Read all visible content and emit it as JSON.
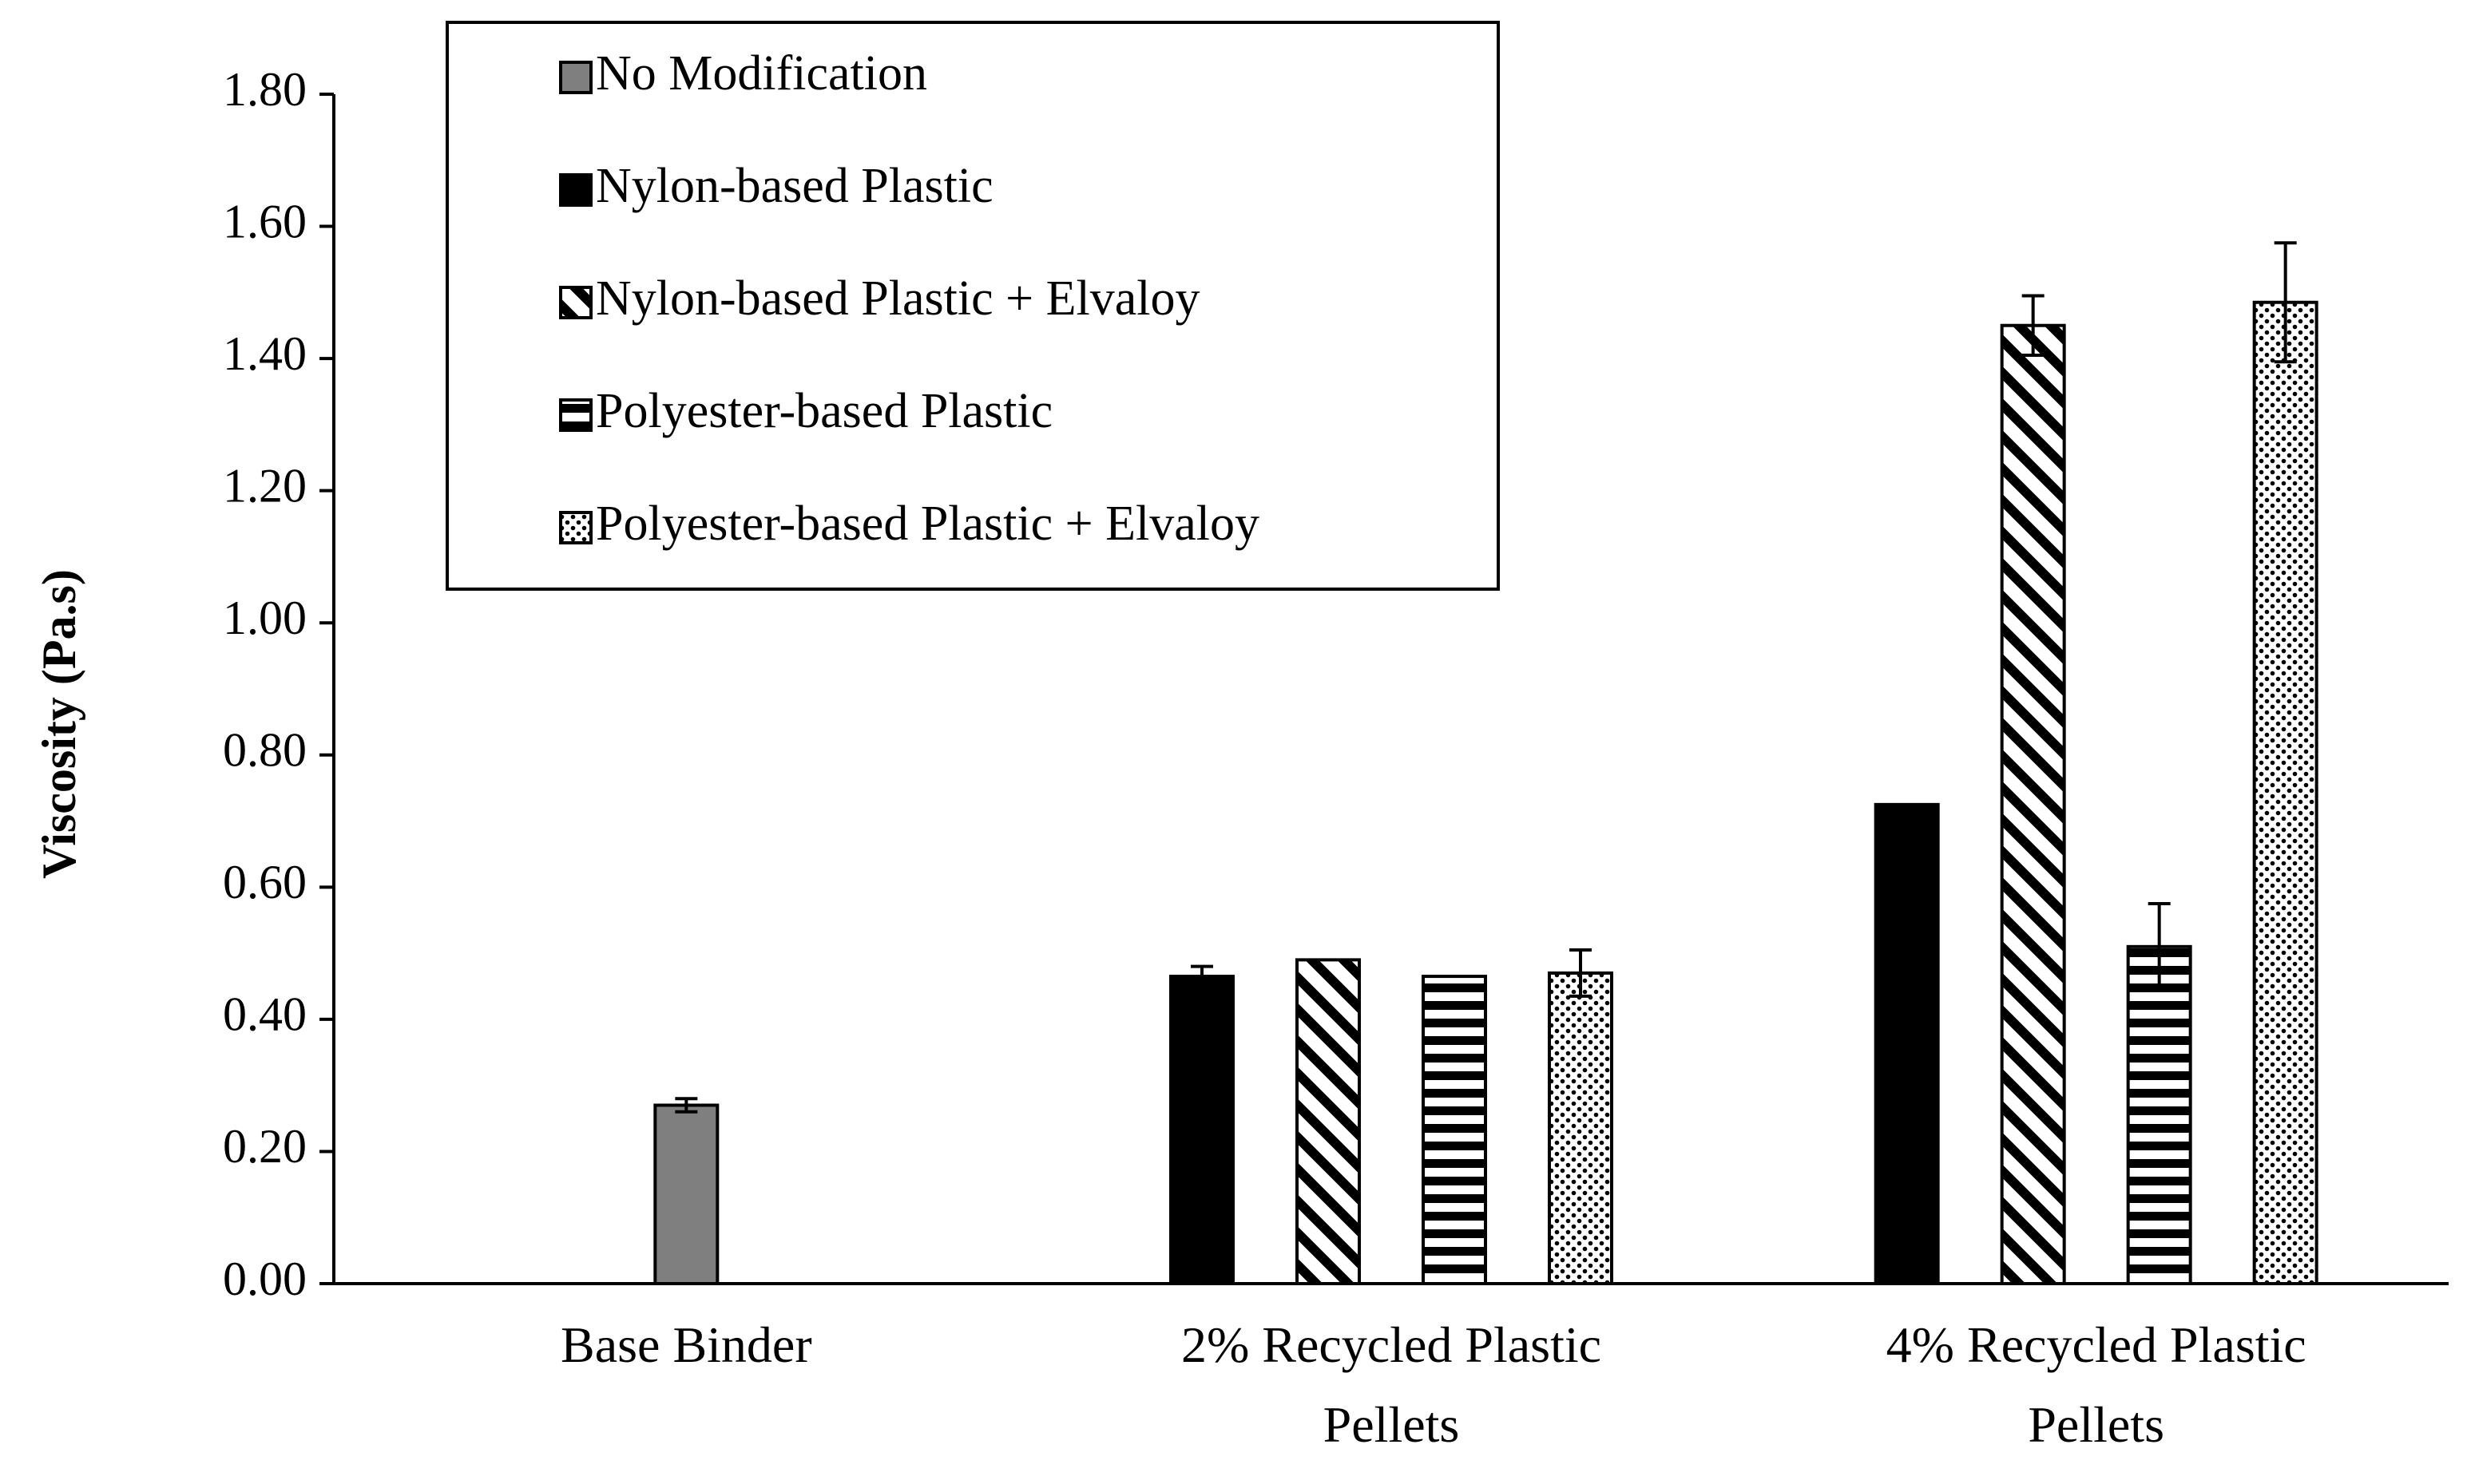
{
  "chart_data": {
    "type": "bar",
    "ylabel": "Viscosity (Pa.s)",
    "xlabel": "",
    "ylim": [
      0,
      1.8
    ],
    "yticks": [
      "0.00",
      "0.20",
      "0.40",
      "0.60",
      "0.80",
      "1.00",
      "1.20",
      "1.40",
      "1.60",
      "1.80"
    ],
    "grid": false,
    "legend_position": "top-left",
    "categories": [
      [
        "Base Binder"
      ],
      [
        "2% Recycled Plastic",
        "Pellets"
      ],
      [
        "4% Recycled Plastic",
        "Pellets"
      ]
    ],
    "series": [
      {
        "name": "No Modification",
        "pattern": "solid-gray",
        "color": "#7f7f7f",
        "values": [
          0.27,
          null,
          null
        ],
        "errors": [
          0.01,
          null,
          null
        ]
      },
      {
        "name": "Nylon-based Plastic",
        "pattern": "solid-black",
        "color": "#000000",
        "values": [
          null,
          0.465,
          0.725
        ],
        "errors": [
          null,
          0.015,
          0.0
        ]
      },
      {
        "name": "Nylon-based Plastic + Elvaloy",
        "pattern": "diagonal-stripes",
        "color": "#000000",
        "values": [
          null,
          0.49,
          1.45
        ],
        "errors": [
          null,
          0.0,
          0.045
        ]
      },
      {
        "name": "Polyester-based Plastic",
        "pattern": "horizontal-stripes",
        "color": "#000000",
        "values": [
          null,
          0.465,
          0.51
        ],
        "errors": [
          null,
          0.0,
          0.065
        ]
      },
      {
        "name": "Polyester-based Plastic + Elvaloy",
        "pattern": "dots",
        "color": "#000000",
        "values": [
          null,
          0.47,
          1.485
        ],
        "errors": [
          null,
          0.035,
          0.09
        ]
      }
    ]
  }
}
